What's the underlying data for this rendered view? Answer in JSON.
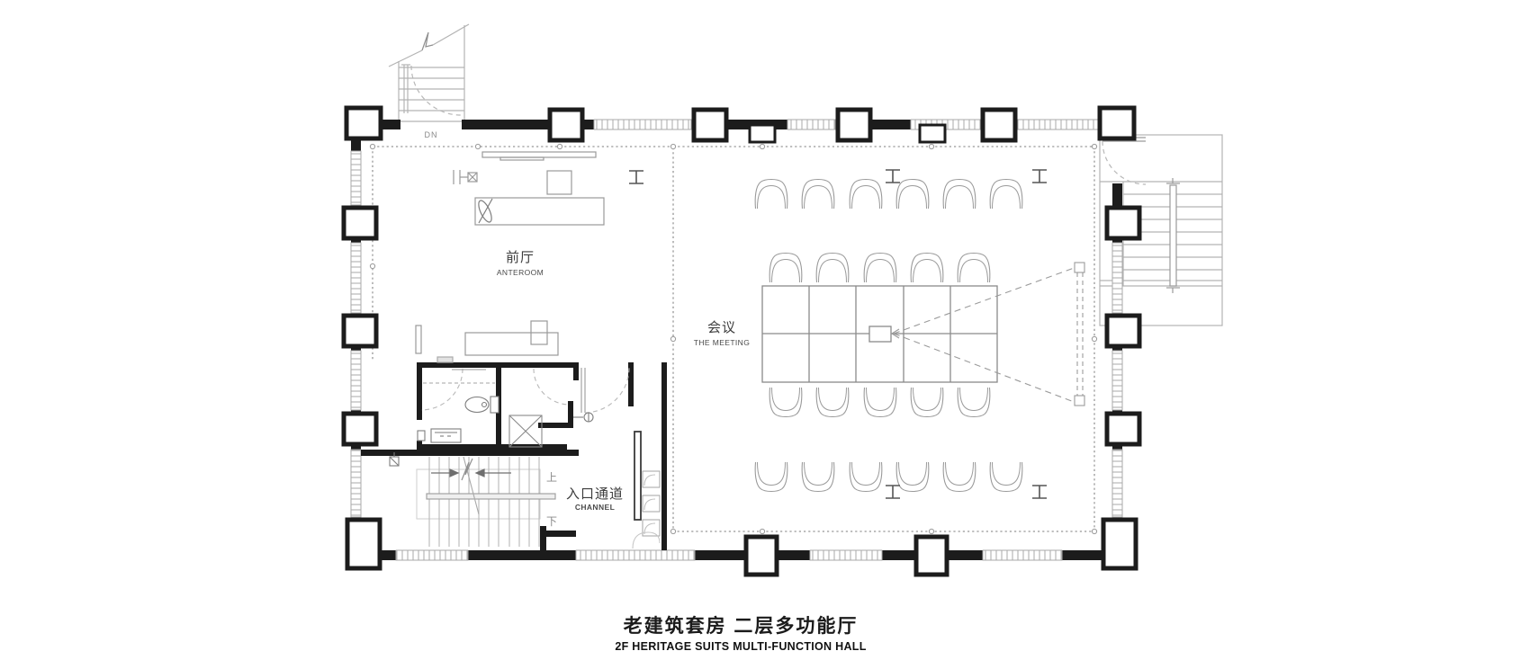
{
  "title": {
    "cn": "老建筑套房  二层多功能厅",
    "en": "2F HERITAGE SUITS MULTI-FUNCTION HALL"
  },
  "rooms": {
    "anteroom": {
      "cn": "前厅",
      "en": "ANTEROOM"
    },
    "meeting": {
      "cn": "会议",
      "en": "THE MEETING"
    },
    "channel": {
      "cn": "入口通道",
      "en": "CHANNEL"
    }
  },
  "annotations": {
    "down": "DN",
    "stair_up": "上",
    "stair_down": "下"
  },
  "colors": {
    "wall": "#1c1c1c",
    "light_line": "#b3b3b3",
    "furniture_line": "#999999",
    "boundary_dash": "#b5b5b5",
    "text": "#3a3a3a",
    "background": "#ffffff"
  }
}
